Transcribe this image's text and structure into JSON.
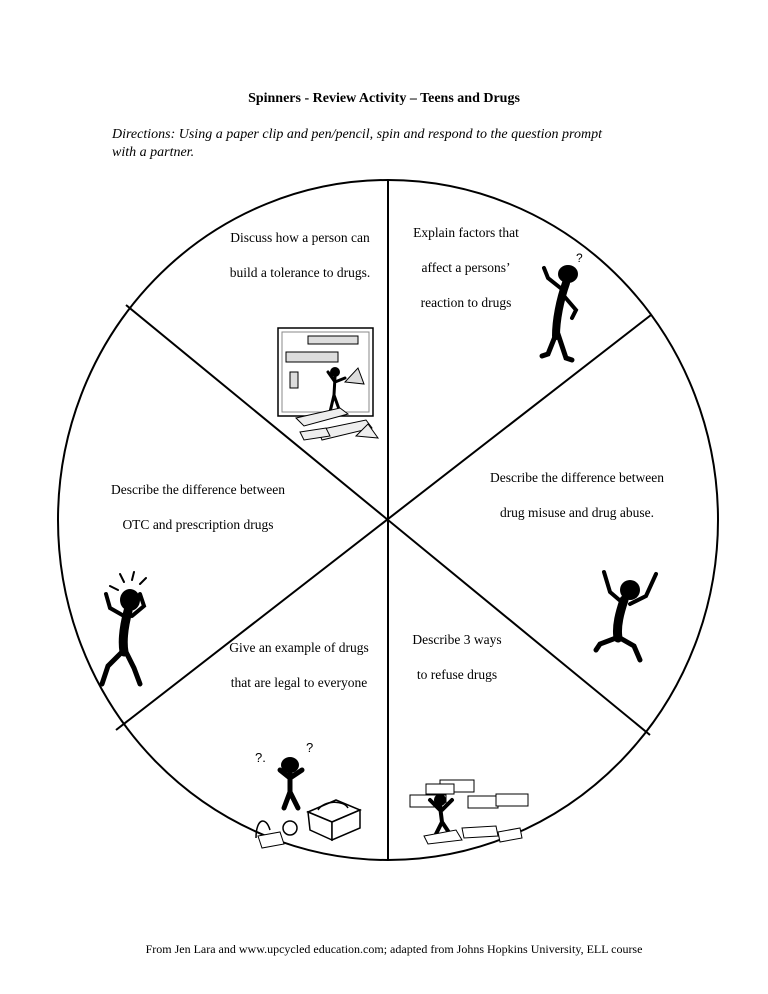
{
  "header": {
    "title": "Spinners - Review Activity – Teens and Drugs",
    "directions_line1": "Directions:  Using a paper clip and pen/pencil, spin and respond to the question prompt",
    "directions_line2": "with a partner."
  },
  "segments": [
    {
      "id": "tolerance",
      "lines": [
        "Discuss how a person can",
        "build a tolerance to drugs."
      ],
      "icon": "presenter-figure-icon"
    },
    {
      "id": "factors",
      "lines": [
        "Explain factors that",
        "affect a persons’",
        "reaction to drugs"
      ],
      "icon": "thinking-figure-icon"
    },
    {
      "id": "misuse",
      "lines": [
        "Describe the difference between",
        "drug misuse and drug abuse."
      ],
      "icon": "jumping-figure-icon"
    },
    {
      "id": "refuse",
      "lines": [
        "Describe 3 ways",
        "to refuse drugs"
      ],
      "icon": "lifting-figure-icon"
    },
    {
      "id": "legal",
      "lines": [
        "Give an example of drugs",
        "that are legal to everyone"
      ],
      "icon": "puzzled-figure-icon"
    },
    {
      "id": "otc",
      "lines": [
        "Describe the difference between",
        "OTC and prescription drugs"
      ],
      "icon": "confused-figure-icon"
    }
  ],
  "footer": {
    "credit": "From Jen Lara and www.upcycled education.com; adapted from Johns Hopkins University, ELL course"
  }
}
